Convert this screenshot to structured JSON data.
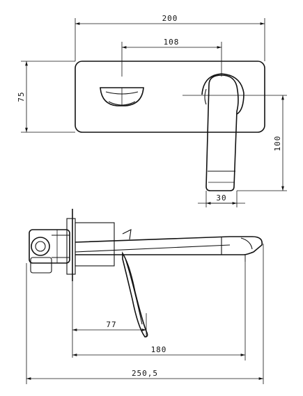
{
  "dimensions": {
    "top_width": "200",
    "spout_offset": "108",
    "plate_height": "75",
    "handle_height": "100",
    "handle_width": "30",
    "handle_reach": "77",
    "spout_projection": "180",
    "overall_length": "250,5"
  }
}
